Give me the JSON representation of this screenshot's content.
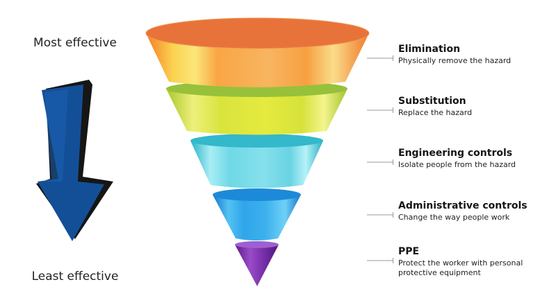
{
  "axis": {
    "top_label": "Most effective",
    "bottom_label": "Least effective"
  },
  "levels": [
    {
      "title": "Elimination",
      "description": "Physically remove the hazard",
      "color": "#f08a3a"
    },
    {
      "title": "Substitution",
      "description": "Replace the hazard",
      "color": "#b9d334"
    },
    {
      "title": "Engineering controls",
      "description": "Isolate people from the hazard",
      "color": "#3fc3d6"
    },
    {
      "title": "Administrative controls",
      "description": "Change the way people work",
      "color": "#1e90e0"
    },
    {
      "title": "PPE",
      "description": "Protect the worker with personal protective equipment",
      "color": "#7b2fa6"
    }
  ],
  "arrow": {
    "color": "#134f97",
    "shadow_color": "#111111",
    "direction": "down"
  }
}
